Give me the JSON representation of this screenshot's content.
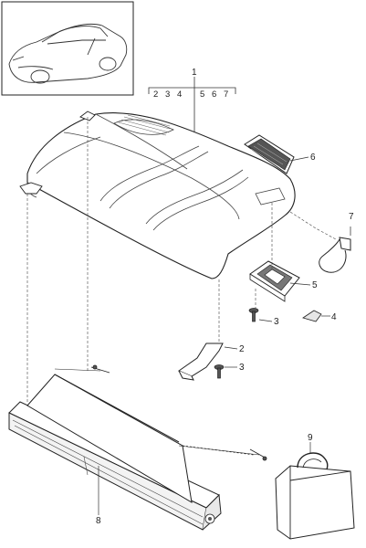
{
  "diagram": {
    "callouts": {
      "c1": "1",
      "c2": "2",
      "c3a": "3",
      "c3b": "3",
      "c4": "4",
      "c5": "5",
      "c6": "6",
      "c7": "7",
      "c8": "8",
      "c9": "9"
    },
    "bracket_refs": {
      "r2": "2",
      "r3": "3",
      "r4": "4",
      "r5": "5",
      "r6": "6",
      "r7": "7"
    }
  }
}
